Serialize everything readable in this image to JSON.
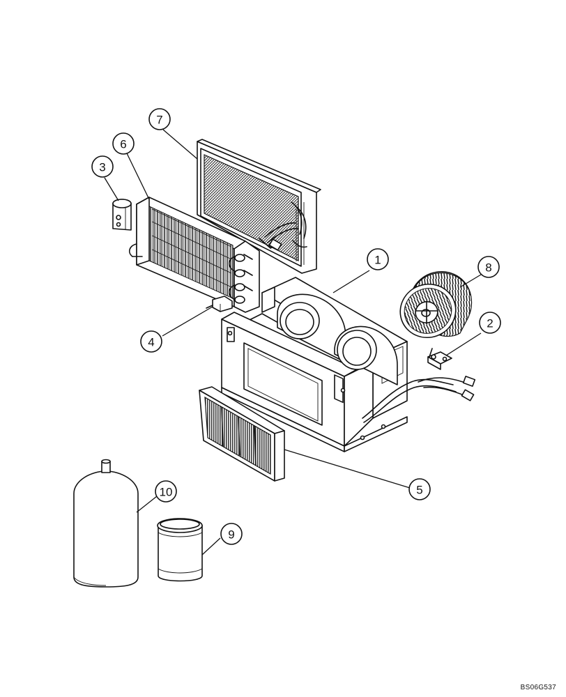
{
  "diagram": {
    "type": "exploded parts diagram",
    "callouts": [
      {
        "id": "1",
        "label": "1",
        "part": "housing-assembly"
      },
      {
        "id": "2",
        "label": "2",
        "part": "resistor"
      },
      {
        "id": "3",
        "label": "3",
        "part": "valve"
      },
      {
        "id": "4",
        "label": "4",
        "part": "sensor"
      },
      {
        "id": "5",
        "label": "5",
        "part": "filter"
      },
      {
        "id": "6",
        "label": "6",
        "part": "heater-core"
      },
      {
        "id": "7",
        "label": "7",
        "part": "evaporator-core"
      },
      {
        "id": "8",
        "label": "8",
        "part": "blower-wheel"
      },
      {
        "id": "9",
        "label": "9",
        "part": "oil-can"
      },
      {
        "id": "10",
        "label": "10",
        "part": "refrigerant-bottle"
      }
    ],
    "reference_code": "BS06G537"
  }
}
